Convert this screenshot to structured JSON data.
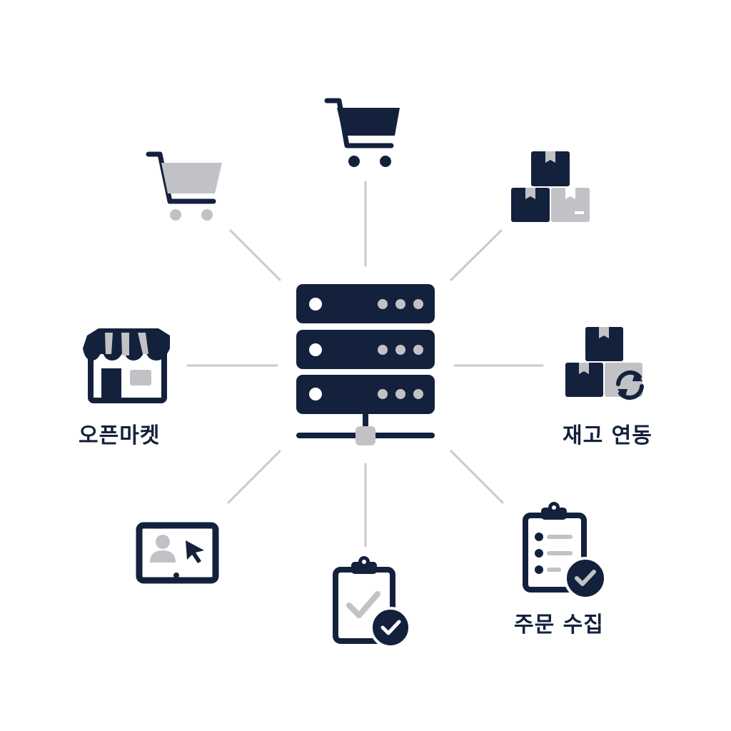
{
  "colors": {
    "navy": "#14213d",
    "gray": "#c2c2c6",
    "line": "#c9c9cc",
    "white": "#ffffff"
  },
  "center": {
    "icon": "server-rack-icon"
  },
  "nodes": [
    {
      "id": "top-cart",
      "icon": "shopping-cart-icon",
      "label": ""
    },
    {
      "id": "top-left-cart",
      "icon": "shopping-cart-icon",
      "label": ""
    },
    {
      "id": "boxes",
      "icon": "boxes-icon",
      "label": ""
    },
    {
      "id": "open-market",
      "icon": "storefront-icon",
      "label": "오픈마켓"
    },
    {
      "id": "inventory-sync",
      "icon": "boxes-sync-icon",
      "label": "재고 연동"
    },
    {
      "id": "web-order",
      "icon": "monitor-user-cursor-icon",
      "label": ""
    },
    {
      "id": "order-check",
      "icon": "clipboard-check-icon",
      "label": ""
    },
    {
      "id": "order-collect",
      "icon": "clipboard-list-check-icon",
      "label": "주문 수집"
    }
  ],
  "labels": {
    "open_market": "오픈마켓",
    "inventory_sync": "재고 연동",
    "order_collect": "주문 수집"
  }
}
